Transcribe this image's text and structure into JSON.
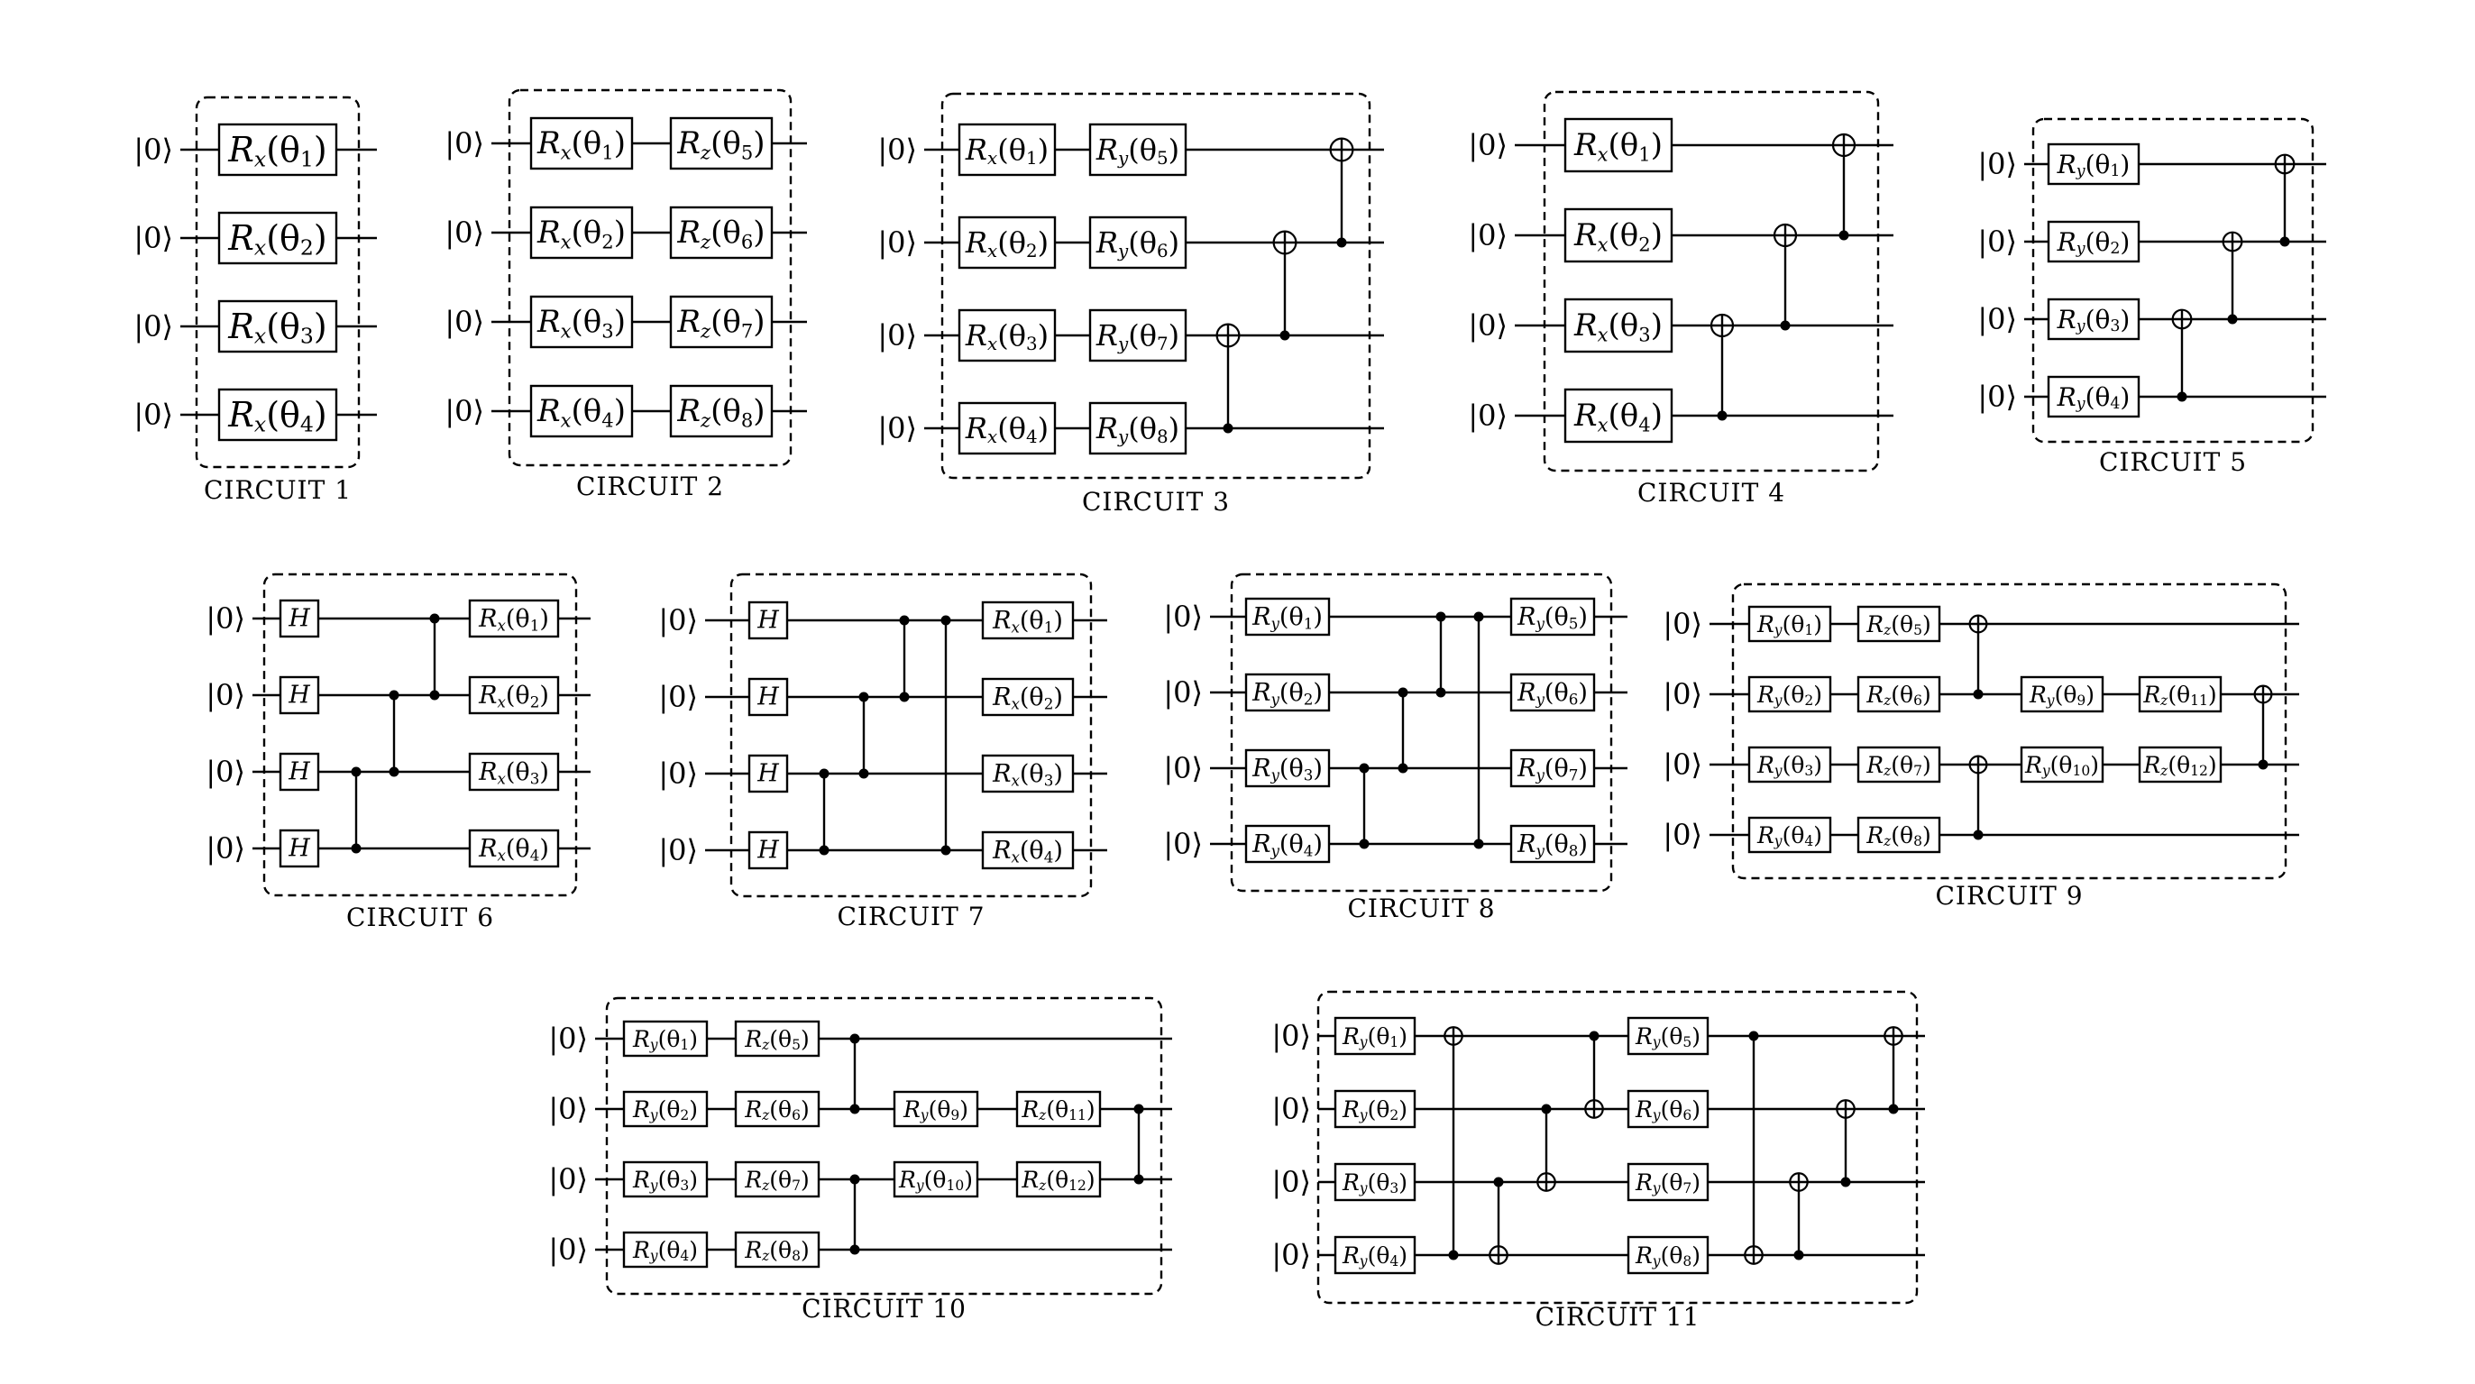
{
  "ket_label": "|0⟩",
  "circuits": [
    {
      "caption": "CIRCUIT 1",
      "columns": [
        {
          "gates": [
            {
              "q": 0,
              "label": "Rx(θ1)"
            },
            {
              "q": 1,
              "label": "Rx(θ2)"
            },
            {
              "q": 2,
              "label": "Rx(θ3)"
            },
            {
              "q": 3,
              "label": "Rx(θ4)"
            }
          ]
        }
      ]
    },
    {
      "caption": "CIRCUIT 2",
      "columns": [
        {
          "gates": [
            {
              "q": 0,
              "label": "Rx(θ1)"
            },
            {
              "q": 1,
              "label": "Rx(θ2)"
            },
            {
              "q": 2,
              "label": "Rx(θ3)"
            },
            {
              "q": 3,
              "label": "Rx(θ4)"
            }
          ]
        },
        {
          "gates": [
            {
              "q": 0,
              "label": "Rz(θ5)"
            },
            {
              "q": 1,
              "label": "Rz(θ6)"
            },
            {
              "q": 2,
              "label": "Rz(θ7)"
            },
            {
              "q": 3,
              "label": "Rz(θ8)"
            }
          ]
        }
      ]
    },
    {
      "caption": "CIRCUIT 3",
      "columns": [
        {
          "gates": [
            {
              "q": 0,
              "label": "Rx(θ1)"
            },
            {
              "q": 1,
              "label": "Rx(θ2)"
            },
            {
              "q": 2,
              "label": "Rx(θ3)"
            },
            {
              "q": 3,
              "label": "Rx(θ4)"
            }
          ]
        },
        {
          "gates": [
            {
              "q": 0,
              "label": "Ry(θ5)"
            },
            {
              "q": 1,
              "label": "Ry(θ6)"
            },
            {
              "q": 2,
              "label": "Ry(θ7)"
            },
            {
              "q": 3,
              "label": "Ry(θ8)"
            }
          ]
        },
        {
          "controlled": {
            "ctrl": 3,
            "tgt": 2,
            "type": "cnot"
          }
        },
        {
          "controlled": {
            "ctrl": 2,
            "tgt": 1,
            "type": "cnot"
          }
        },
        {
          "controlled": {
            "ctrl": 1,
            "tgt": 0,
            "type": "cnot"
          }
        }
      ]
    },
    {
      "caption": "CIRCUIT 4",
      "columns": [
        {
          "gates": [
            {
              "q": 0,
              "label": "Rx(θ1)"
            },
            {
              "q": 1,
              "label": "Rx(θ2)"
            },
            {
              "q": 2,
              "label": "Rx(θ3)"
            },
            {
              "q": 3,
              "label": "Rx(θ4)"
            }
          ]
        },
        {
          "controlled": {
            "ctrl": 3,
            "tgt": 2,
            "type": "cnot"
          }
        },
        {
          "controlled": {
            "ctrl": 2,
            "tgt": 1,
            "type": "cnot"
          }
        },
        {
          "controlled": {
            "ctrl": 1,
            "tgt": 0,
            "type": "cnot"
          }
        }
      ]
    },
    {
      "caption": "CIRCUIT 5",
      "columns": [
        {
          "gates": [
            {
              "q": 0,
              "label": "Ry(θ1)"
            },
            {
              "q": 1,
              "label": "Ry(θ2)"
            },
            {
              "q": 2,
              "label": "Ry(θ3)"
            },
            {
              "q": 3,
              "label": "Ry(θ4)"
            }
          ]
        },
        {
          "controlled": {
            "ctrl": 3,
            "tgt": 2,
            "type": "cnot"
          }
        },
        {
          "controlled": {
            "ctrl": 2,
            "tgt": 1,
            "type": "cnot"
          }
        },
        {
          "controlled": {
            "ctrl": 1,
            "tgt": 0,
            "type": "cnot"
          }
        }
      ]
    },
    {
      "caption": "CIRCUIT 6",
      "columns": [
        {
          "gates": [
            {
              "q": 0,
              "label": "H"
            },
            {
              "q": 1,
              "label": "H"
            },
            {
              "q": 2,
              "label": "H"
            },
            {
              "q": 3,
              "label": "H"
            }
          ]
        },
        {
          "controlled": {
            "ctrl": 3,
            "tgt": 2,
            "type": "cz"
          }
        },
        {
          "controlled": {
            "ctrl": 2,
            "tgt": 1,
            "type": "cz"
          }
        },
        {
          "controlled": {
            "ctrl": 1,
            "tgt": 0,
            "type": "cz"
          }
        },
        {
          "gates": [
            {
              "q": 0,
              "label": "Rx(θ1)"
            },
            {
              "q": 1,
              "label": "Rx(θ2)"
            },
            {
              "q": 2,
              "label": "Rx(θ3)"
            },
            {
              "q": 3,
              "label": "Rx(θ4)"
            }
          ]
        }
      ]
    },
    {
      "caption": "CIRCUIT 7",
      "columns": [
        {
          "gates": [
            {
              "q": 0,
              "label": "H"
            },
            {
              "q": 1,
              "label": "H"
            },
            {
              "q": 2,
              "label": "H"
            },
            {
              "q": 3,
              "label": "H"
            }
          ]
        },
        {
          "controlled": {
            "ctrl": 3,
            "tgt": 2,
            "type": "cz"
          }
        },
        {
          "controlled": {
            "ctrl": 2,
            "tgt": 1,
            "type": "cz"
          }
        },
        {
          "controlled": {
            "ctrl": 1,
            "tgt": 0,
            "type": "cz"
          }
        },
        {
          "controlled": {
            "ctrl": 3,
            "tgt": 0,
            "type": "cz"
          }
        },
        {
          "gates": [
            {
              "q": 0,
              "label": "Rx(θ1)"
            },
            {
              "q": 1,
              "label": "Rx(θ2)"
            },
            {
              "q": 2,
              "label": "Rx(θ3)"
            },
            {
              "q": 3,
              "label": "Rx(θ4)"
            }
          ]
        }
      ]
    },
    {
      "caption": "CIRCUIT 8",
      "columns": [
        {
          "gates": [
            {
              "q": 0,
              "label": "Ry(θ1)"
            },
            {
              "q": 1,
              "label": "Ry(θ2)"
            },
            {
              "q": 2,
              "label": "Ry(θ3)"
            },
            {
              "q": 3,
              "label": "Ry(θ4)"
            }
          ]
        },
        {
          "controlled": {
            "ctrl": 3,
            "tgt": 2,
            "type": "cz"
          }
        },
        {
          "controlled": {
            "ctrl": 2,
            "tgt": 1,
            "type": "cz"
          }
        },
        {
          "controlled": {
            "ctrl": 1,
            "tgt": 0,
            "type": "cz"
          }
        },
        {
          "controlled": {
            "ctrl": 3,
            "tgt": 0,
            "type": "cz"
          }
        },
        {
          "gates": [
            {
              "q": 0,
              "label": "Ry(θ5)"
            },
            {
              "q": 1,
              "label": "Ry(θ6)"
            },
            {
              "q": 2,
              "label": "Ry(θ7)"
            },
            {
              "q": 3,
              "label": "Ry(θ8)"
            }
          ]
        }
      ]
    },
    {
      "caption": "CIRCUIT 9",
      "columns": [
        {
          "gates": [
            {
              "q": 0,
              "label": "Ry(θ1)"
            },
            {
              "q": 1,
              "label": "Ry(θ2)"
            },
            {
              "q": 2,
              "label": "Ry(θ3)"
            },
            {
              "q": 3,
              "label": "Ry(θ4)"
            }
          ]
        },
        {
          "gates": [
            {
              "q": 0,
              "label": "Rz(θ5)"
            },
            {
              "q": 1,
              "label": "Rz(θ6)"
            },
            {
              "q": 2,
              "label": "Rz(θ7)"
            },
            {
              "q": 3,
              "label": "Rz(θ8)"
            }
          ]
        },
        {
          "controlled": {
            "ctrl": 1,
            "tgt": 0,
            "type": "cnot"
          },
          "controlled2": {
            "ctrl": 3,
            "tgt": 2,
            "type": "cnot"
          }
        },
        {
          "gates": [
            {
              "q": 1,
              "label": "Ry(θ9)"
            },
            {
              "q": 2,
              "label": "Ry(θ10)"
            }
          ]
        },
        {
          "gates": [
            {
              "q": 1,
              "label": "Rz(θ11)"
            },
            {
              "q": 2,
              "label": "Rz(θ12)"
            }
          ]
        },
        {
          "controlled": {
            "ctrl": 2,
            "tgt": 1,
            "type": "cnot"
          }
        }
      ]
    },
    {
      "caption": "CIRCUIT 10",
      "columns": [
        {
          "gates": [
            {
              "q": 0,
              "label": "Ry(θ1)"
            },
            {
              "q": 1,
              "label": "Ry(θ2)"
            },
            {
              "q": 2,
              "label": "Ry(θ3)"
            },
            {
              "q": 3,
              "label": "Ry(θ4)"
            }
          ]
        },
        {
          "gates": [
            {
              "q": 0,
              "label": "Rz(θ5)"
            },
            {
              "q": 1,
              "label": "Rz(θ6)"
            },
            {
              "q": 2,
              "label": "Rz(θ7)"
            },
            {
              "q": 3,
              "label": "Rz(θ8)"
            }
          ]
        },
        {
          "controlled": {
            "ctrl": 1,
            "tgt": 0,
            "type": "cz"
          },
          "controlled2": {
            "ctrl": 3,
            "tgt": 2,
            "type": "cz"
          }
        },
        {
          "gates": [
            {
              "q": 1,
              "label": "Ry(θ9)"
            },
            {
              "q": 2,
              "label": "Ry(θ10)"
            }
          ]
        },
        {
          "gates": [
            {
              "q": 1,
              "label": "Rz(θ11)"
            },
            {
              "q": 2,
              "label": "Rz(θ12)"
            }
          ]
        },
        {
          "controlled": {
            "ctrl": 2,
            "tgt": 1,
            "type": "cz"
          }
        }
      ]
    },
    {
      "caption": "CIRCUIT 11",
      "columns": [
        {
          "gates": [
            {
              "q": 0,
              "label": "Ry(θ1)"
            },
            {
              "q": 1,
              "label": "Ry(θ2)"
            },
            {
              "q": 2,
              "label": "Ry(θ3)"
            },
            {
              "q": 3,
              "label": "Ry(θ4)"
            }
          ]
        },
        {
          "controlled": {
            "ctrl": 3,
            "tgt": 0,
            "type": "cnot"
          }
        },
        {
          "controlled": {
            "ctrl": 2,
            "tgt": 3,
            "type": "cnot"
          }
        },
        {
          "controlled": {
            "ctrl": 1,
            "tgt": 2,
            "type": "cnot"
          }
        },
        {
          "controlled": {
            "ctrl": 0,
            "tgt": 1,
            "type": "cnot"
          }
        },
        {
          "gates": [
            {
              "q": 0,
              "label": "Ry(θ5)"
            },
            {
              "q": 1,
              "label": "Ry(θ6)"
            },
            {
              "q": 2,
              "label": "Ry(θ7)"
            },
            {
              "q": 3,
              "label": "Ry(θ8)"
            }
          ]
        },
        {
          "controlled": {
            "ctrl": 0,
            "tgt": 3,
            "type": "cnot"
          }
        },
        {
          "controlled": {
            "ctrl": 3,
            "tgt": 2,
            "type": "cnot"
          }
        },
        {
          "controlled": {
            "ctrl": 2,
            "tgt": 1,
            "type": "cnot"
          }
        },
        {
          "controlled": {
            "ctrl": 1,
            "tgt": 0,
            "type": "cnot"
          }
        }
      ]
    }
  ]
}
